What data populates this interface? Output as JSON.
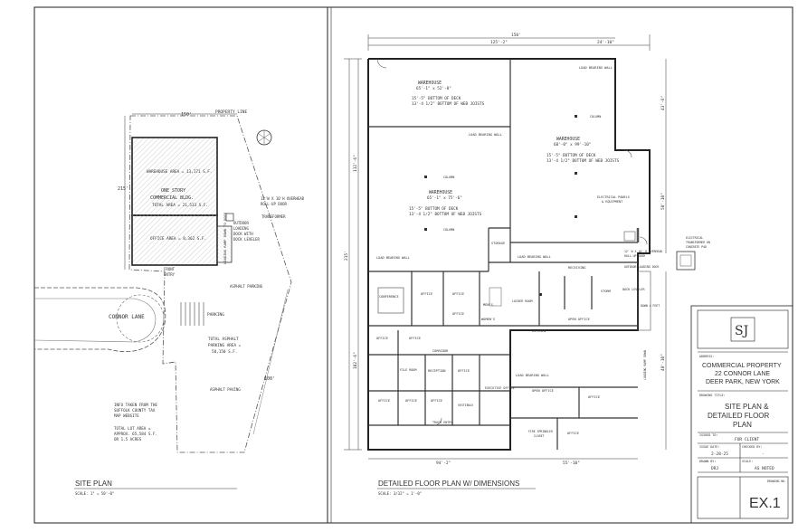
{
  "site_plan": {
    "title": "SITE PLAN",
    "scale": "SCALE: 1\" = 50'-0\"",
    "property_line": "PROPERTY LINE",
    "warehouse_area": "WAREHOUSE AREA = 13,171 S.F.",
    "building_label_1": "ONE STORY",
    "building_label_2": "COMMERCIAL BLDG.",
    "building_total": "TOTAL AREA = 21,533 S.F.",
    "office_area": "OFFICE AREA = 8,362 S.F.",
    "roll_up_door_1": "12'W X 10'H OVERHEAD",
    "roll_up_door_2": "ROLL-UP DOOR",
    "transformer": "TRANSFORMER",
    "outdoor_dock_1": "OUTDOOR",
    "outdoor_dock_2": "LOADING",
    "outdoor_dock_3": "DOCK WITH",
    "outdoor_dock_4": "DOCK LEVELER",
    "loading_ramp": "LOADING RAMP DOWN TO DOCK",
    "front_entry_1": "FRONT",
    "front_entry_2": "ENTRY",
    "asphalt_parking": "ASPHALT PARKING",
    "connor_lane": "CONNOR LANE",
    "parking": "PARKING",
    "total_asphalt_1": "TOTAL ASPHALT",
    "total_asphalt_2": "PARKING AREA =",
    "total_asphalt_3": "50,150 S.F.",
    "asphalt_paving": "ASPHALT PAVING",
    "info_1": "INFO TAKEN FROM THE",
    "info_2": "SUFFOLK COUNTY TAX",
    "info_3": "MAP WEBSITE",
    "lot_1": "TOTAL LOT AREA =",
    "lot_2": "APPROX. 65,584 S.F.",
    "lot_3": "OR 1.5 ACRES",
    "dim_top": "150'",
    "dim_left": "215'",
    "dim_right": "100'"
  },
  "floor_plan": {
    "title": "DETAILED FLOOR PLAN W/ DIMENSIONS",
    "scale": "SCALE: 3/32\" = 1'-0\"",
    "dim_top_total": "150'",
    "dim_top_a": "125'-2\"",
    "dim_top_b": "24'-10\"",
    "dim_bottom_a": "94'-2\"",
    "dim_bottom_b": "55'-10\"",
    "dim_left_total": "215'",
    "dim_left_a": "112'-6\"",
    "dim_left_b": "102'-6\"",
    "dim_right_a": "43'-6\"",
    "dim_right_b": "58'-10\"",
    "dim_right_c": "48'-10\"",
    "warehouse_1_name": "WAREHOUSE",
    "warehouse_1_size": "65'-1\" x 52'-0\"",
    "warehouse_1_h1": "15'-5\" BOTTOM OF DECK",
    "warehouse_1_h2": "13'-4 1/2\" BOTTOM OF WEB JOISTS",
    "warehouse_2_name": "WAREHOUSE",
    "warehouse_2_size": "60'-0\" x 99'-10\"",
    "warehouse_2_h1": "15'-5\" BOTTOM OF DECK",
    "warehouse_2_h2": "13'-4 1/2\" BOTTOM OF WEB JOISTS",
    "warehouse_3_name": "WAREHOUSE",
    "warehouse_3_size": "65'-1\" x 75'-6\"",
    "warehouse_3_h1": "15'-5\" BOTTOM OF DECK",
    "warehouse_3_h2": "13'-4 1/2\" BOTTOM OF WEB JOISTS",
    "load_wall_1": "LOAD BEARING WALL",
    "load_wall_2": "LOAD BEARING WALL",
    "load_wall_3": "LOAD BEARING WALL",
    "load_wall_4": "LOAD BEARING WALL",
    "load_wall_5": "LOAD BEARING WALL",
    "electrical_1": "ELECTRICAL PANELS",
    "electrical_2": "& EQUIPMENT",
    "column": "COLUMN",
    "storage": "STORAGE",
    "receiving": "RECEIVING",
    "dock_leveler": "DOCK LEVELER",
    "overhead_1": "12' W X 10' H OVERHEAD",
    "overhead_2": "ROLL-UP DOOR",
    "outdoor_dock": "OUTDOOR LOADING DOCK",
    "transformer_1": "ELECTRICAL",
    "transformer_2": "TRANSFORMER ON",
    "transformer_3": "CONCRETE PAD",
    "ramp": "LOADING RAMP DOWN",
    "down_4": "DOWN 4 FEET",
    "conference": "CONFERENCE",
    "office": "OFFICE",
    "mens": "MEN'S",
    "womens": "WOMEN'S",
    "locker_room": "LOCKER ROOM",
    "kitchen": "KITCHEN",
    "corridor": "CORRIDOR",
    "reception": "RECEPTION",
    "exec_office": "EXECUTIVE OFFICE",
    "open_office": "OPEN OFFICE",
    "fire_closet_1": "FIRE SPRINKLER",
    "fire_closet_2": "CLOSET",
    "truck_entry": "TRUCK ENTRY",
    "vestibule": "VESTIBULE",
    "file_room": "FILE ROOM",
    "storm": "STORM"
  },
  "title_block": {
    "logo_mark": "SJ",
    "address_label": "ADDRESS:",
    "project_1": "COMMERCIAL PROPERTY",
    "project_2": "22 CONNOR LANE",
    "project_3": "DEER PARK, NEW YORK",
    "drawing_title_label": "DRAWING TITLE:",
    "drawing_title_1": "SITE PLAN &",
    "drawing_title_2": "DETAILED FLOOR",
    "drawing_title_3": "PLAN",
    "issued_label": "ISSUED TO:",
    "issued_to": "FOR CLIENT",
    "date_label": "ISSUE DATE:",
    "date": "2-28-25",
    "checked_label": "CHECKED BY:",
    "checked": "-",
    "drawn_label": "DRAWN BY:",
    "drawn": "DRJ",
    "scale_label": "SCALE:",
    "scale": "AS NOTED",
    "drawing_no_label": "DRAWING NO.",
    "drawing_no": "EX.1"
  }
}
